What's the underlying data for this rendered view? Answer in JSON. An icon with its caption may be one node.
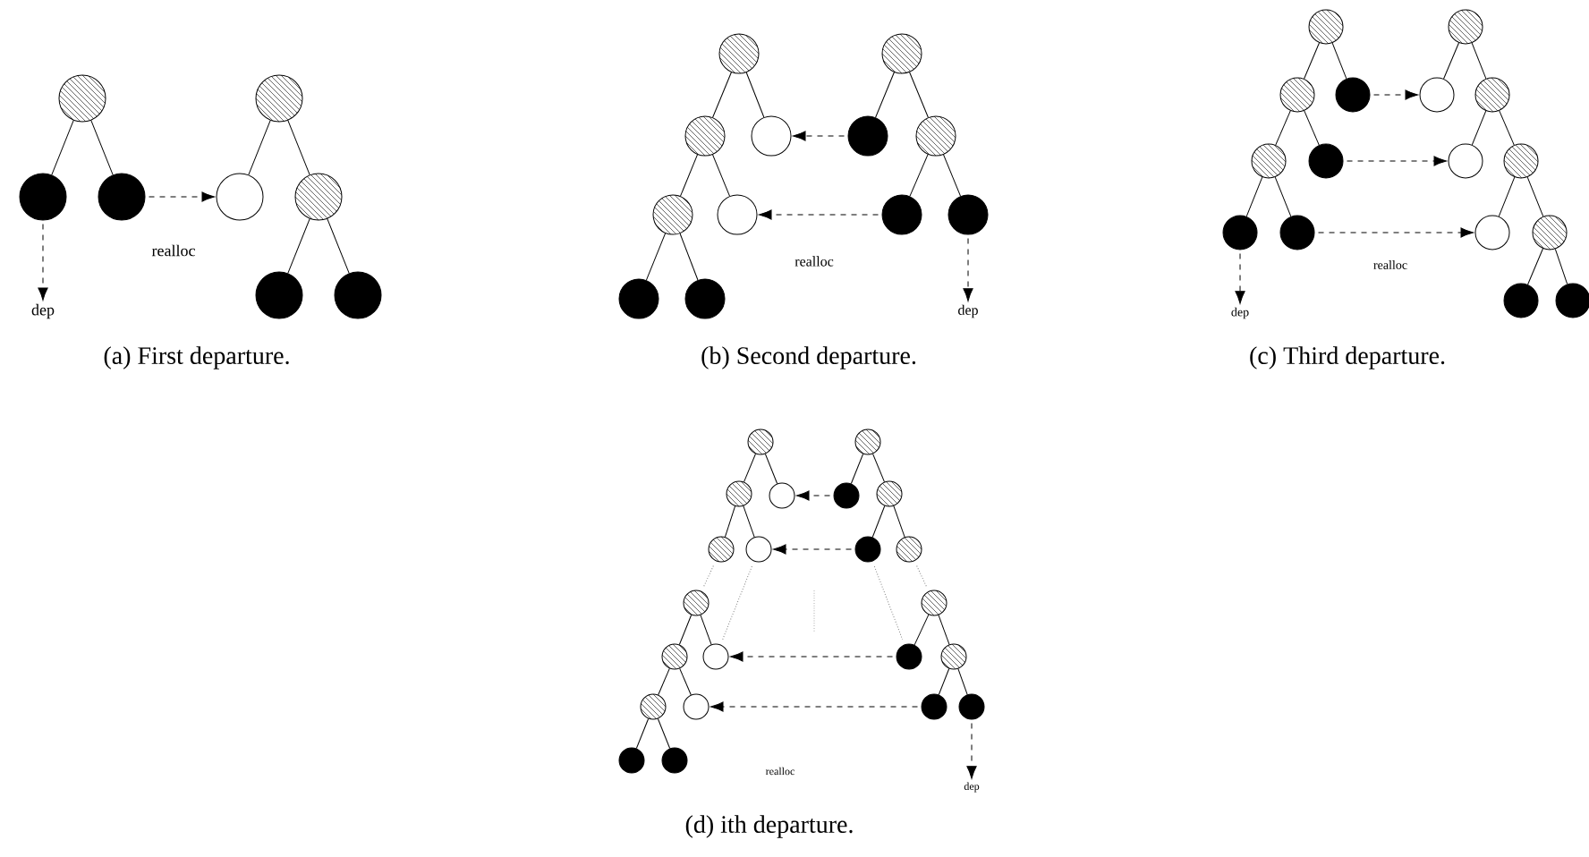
{
  "diagram": {
    "nodes": [
      {
        "text": [],
        "shape": "circle"
      },
      {
        "text": [],
        "shape": "circle"
      },
      {
        "text": [],
        "shape": "circle"
      },
      {
        "text": [
          "dep"
        ]
      },
      {
        "text": [],
        "shape": "circle"
      },
      {
        "text": [],
        "shape": "circle"
      },
      {
        "text": [],
        "shape": "circle"
      },
      {
        "text": [],
        "shape": "circle"
      },
      {
        "text": [],
        "shape": "circle"
      },
      {
        "text": [],
        "shape": "circle"
      },
      {
        "text": [],
        "shape": "circle"
      },
      {
        "text": [],
        "shape": "circle"
      },
      {
        "text": [],
        "shape": "circle"
      },
      {
        "text": [],
        "shape": "circle"
      },
      {
        "text": [],
        "shape": "circle"
      },
      {
        "text": [],
        "shape": "circle"
      },
      {
        "text": [],
        "shape": "circle"
      },
      {
        "text": [],
        "shape": "circle"
      },
      {
        "text": [],
        "shape": "circle"
      },
      {
        "text": [],
        "shape": "circle"
      },
      {
        "text": [],
        "shape": "circle"
      },
      {
        "text": [
          "dep"
        ]
      },
      {
        "text": [],
        "shape": "circle"
      },
      {
        "text": [],
        "shape": "circle"
      },
      {
        "text": [],
        "shape": "circle"
      },
      {
        "text": [],
        "shape": "circle"
      },
      {
        "text": [],
        "shape": "circle"
      },
      {
        "text": [],
        "shape": "circle"
      },
      {
        "text": [],
        "shape": "circle"
      },
      {
        "text": [
          "dep"
        ]
      },
      {
        "text": [],
        "shape": "circle"
      },
      {
        "text": [],
        "shape": "circle"
      },
      {
        "text": [],
        "shape": "circle"
      },
      {
        "text": [],
        "shape": "circle"
      },
      {
        "text": [],
        "shape": "circle"
      },
      {
        "text": [],
        "shape": "circle"
      },
      {
        "text": [],
        "shape": "circle"
      },
      {
        "text": [],
        "shape": "circle"
      },
      {
        "text": [],
        "shape": "circle"
      },
      {
        "text": [],
        "shape": "circle"
      },
      {
        "text": [],
        "shape": "circle"
      },
      {
        "text": [],
        "shape": "circle"
      },
      {
        "text": [],
        "shape": "circle"
      },
      {
        "text": [],
        "shape": "circle"
      },
      {
        "text": [],
        "shape": "circle"
      },
      {
        "text": [],
        "shape": "circle"
      },
      {
        "text": [],
        "shape": "circle"
      },
      {
        "text": [],
        "shape": "circle"
      },
      {
        "text": [],
        "shape": "circle"
      },
      {
        "text": [],
        "shape": "circle"
      },
      {
        "text": [],
        "shape": "circle"
      },
      {
        "text": [],
        "shape": "circle"
      },
      {
        "text": [],
        "shape": "circle"
      },
      {
        "text": [],
        "shape": "circle"
      },
      {
        "text": [],
        "shape": "circle"
      },
      {
        "text": [],
        "shape": "circle"
      },
      {
        "text": [],
        "shape": "circle"
      },
      {
        "text": [],
        "shape": "circle"
      },
      {
        "text": [],
        "shape": "circle"
      },
      {
        "text": [],
        "shape": "circle"
      },
      {
        "text": [],
        "shape": "circle"
      },
      {
        "text": [
          "dep"
        ]
      }
    ],
    "edges": [
      {
        "from": 0,
        "to": 1,
        "arrow": "none"
      },
      {
        "from": 0,
        "to": 2,
        "arrow": "none"
      },
      {
        "from": 1,
        "to": 3,
        "arrow": "to",
        "style": "dashed"
      },
      {
        "from": 2,
        "to": 5,
        "arrow": "to",
        "style": "dashed"
      },
      {
        "from": 4,
        "to": 5,
        "arrow": "none"
      },
      {
        "from": 4,
        "to": 6,
        "arrow": "none"
      },
      {
        "from": 6,
        "to": 7,
        "arrow": "none"
      },
      {
        "from": 6,
        "to": 8,
        "arrow": "none"
      },
      {
        "from": 9,
        "to": 10,
        "arrow": "none"
      },
      {
        "from": 9,
        "to": 11,
        "arrow": "none"
      },
      {
        "from": 10,
        "to": 12,
        "arrow": "none"
      },
      {
        "from": 10,
        "to": 13,
        "arrow": "none"
      },
      {
        "from": 12,
        "to": 14,
        "arrow": "none"
      },
      {
        "from": 12,
        "to": 15,
        "arrow": "none"
      },
      {
        "from": 16,
        "to": 17,
        "arrow": "none"
      },
      {
        "from": 16,
        "to": 18,
        "arrow": "none"
      },
      {
        "from": 18,
        "to": 19,
        "arrow": "none"
      },
      {
        "from": 18,
        "to": 20,
        "arrow": "none"
      },
      {
        "from": 17,
        "to": 11,
        "arrow": "to",
        "style": "dashed"
      },
      {
        "from": 19,
        "to": 13,
        "arrow": "to",
        "style": "dashed"
      },
      {
        "from": 20,
        "to": 21,
        "arrow": "to",
        "style": "dashed"
      },
      {
        "from": 22,
        "to": 23,
        "arrow": "none"
      },
      {
        "from": 22,
        "to": 24,
        "arrow": "none"
      },
      {
        "from": 23,
        "to": 25,
        "arrow": "none"
      },
      {
        "from": 23,
        "to": 26,
        "arrow": "none"
      },
      {
        "from": 25,
        "to": 27,
        "arrow": "none"
      },
      {
        "from": 25,
        "to": 28,
        "arrow": "none"
      },
      {
        "from": 27,
        "to": 29,
        "arrow": "to",
        "style": "dashed"
      },
      {
        "from": 30,
        "to": 31,
        "arrow": "none"
      },
      {
        "from": 30,
        "to": 32,
        "arrow": "none"
      },
      {
        "from": 32,
        "to": 33,
        "arrow": "none"
      },
      {
        "from": 32,
        "to": 34,
        "arrow": "none"
      },
      {
        "from": 34,
        "to": 35,
        "arrow": "none"
      },
      {
        "from": 34,
        "to": 36,
        "arrow": "none"
      },
      {
        "from": 36,
        "to": 37,
        "arrow": "none"
      },
      {
        "from": 36,
        "to": 38,
        "arrow": "none"
      },
      {
        "from": 24,
        "to": 31,
        "arrow": "to",
        "style": "dashed"
      },
      {
        "from": 26,
        "to": 33,
        "arrow": "to",
        "style": "dashed"
      },
      {
        "from": 28,
        "to": 35,
        "arrow": "to",
        "style": "dashed"
      },
      {
        "from": 39,
        "to": 40,
        "arrow": "none"
      },
      {
        "from": 39,
        "to": 41,
        "arrow": "none"
      },
      {
        "from": 40,
        "to": 42,
        "arrow": "none"
      },
      {
        "from": 40,
        "to": 43,
        "arrow": "none"
      },
      {
        "from": 44,
        "to": 45,
        "arrow": "none"
      },
      {
        "from": 44,
        "to": 46,
        "arrow": "none"
      },
      {
        "from": 45,
        "to": 47,
        "arrow": "none"
      },
      {
        "from": 45,
        "to": 48,
        "arrow": "none"
      },
      {
        "from": 47,
        "to": 49,
        "arrow": "none"
      },
      {
        "from": 47,
        "to": 50,
        "arrow": "none"
      },
      {
        "from": 51,
        "to": 52,
        "arrow": "none"
      },
      {
        "from": 51,
        "to": 53,
        "arrow": "none"
      },
      {
        "from": 53,
        "to": 54,
        "arrow": "none"
      },
      {
        "from": 53,
        "to": 55,
        "arrow": "none"
      },
      {
        "from": 56,
        "to": 57,
        "arrow": "none"
      },
      {
        "from": 56,
        "to": 58,
        "arrow": "none"
      },
      {
        "from": 58,
        "to": 59,
        "arrow": "none"
      },
      {
        "from": 58,
        "to": 60,
        "arrow": "none"
      },
      {
        "from": 52,
        "to": 41,
        "arrow": "to",
        "style": "dashed"
      },
      {
        "from": 54,
        "to": 43,
        "arrow": "to",
        "style": "dashed"
      },
      {
        "from": 57,
        "to": 46,
        "arrow": "to",
        "style": "dashed"
      },
      {
        "from": 59,
        "to": 48,
        "arrow": "to",
        "style": "dashed"
      },
      {
        "from": 60,
        "to": 61,
        "arrow": "to",
        "style": "dashed"
      },
      {
        "from": 42,
        "to": 44,
        "arrow": "none",
        "style": "dashed",
        "color": "#808080"
      },
      {
        "from": 43,
        "to": 46,
        "arrow": "none",
        "style": "dashed",
        "color": "#808080"
      },
      {
        "from": 54,
        "to": 57,
        "arrow": "none",
        "style": "dashed",
        "color": "#808080"
      },
      {
        "from": 55,
        "to": 56,
        "arrow": "none",
        "style": "dashed",
        "color": "#808080"
      }
    ],
    "labels": [
      "realloc",
      "realloc",
      "realloc",
      "(a) First departure.",
      "(b) Second departure.",
      "(c) Third departure.",
      "realloc",
      "(d) ith departure."
    ]
  }
}
